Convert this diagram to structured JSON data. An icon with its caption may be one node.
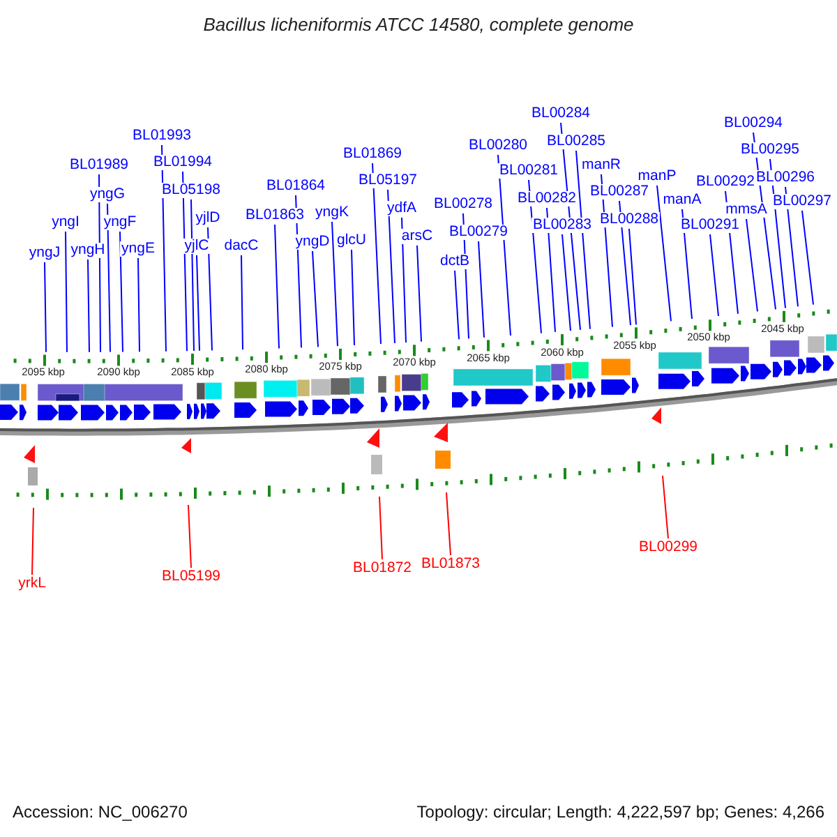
{
  "diagram": {
    "title": "Bacillus licheniformis ATCC 14580, complete genome",
    "nodes": [
      {
        "text": [
          "yngJ"
        ]
      },
      {
        "text": [
          "yngI"
        ]
      },
      {
        "text": [
          "yngH"
        ]
      },
      {
        "text": [
          "BL01989"
        ]
      },
      {
        "text": [
          "yngG"
        ]
      },
      {
        "text": [
          "yngF"
        ]
      },
      {
        "text": [
          "yngE"
        ]
      },
      {
        "text": [
          "BL01993"
        ]
      },
      {
        "text": [
          "BL01994"
        ]
      },
      {
        "text": [
          "BL05198"
        ]
      },
      {
        "text": [
          "yjlC"
        ]
      },
      {
        "text": [
          "yjlD"
        ]
      },
      {
        "text": [
          "dacC"
        ]
      },
      {
        "text": [
          "BL01863"
        ]
      },
      {
        "text": [
          "BL01864"
        ]
      },
      {
        "text": [
          "yngD"
        ]
      },
      {
        "text": [
          "yngK"
        ]
      },
      {
        "text": [
          "glcU"
        ]
      },
      {
        "text": [
          "BL01869"
        ]
      },
      {
        "text": [
          "BL05197"
        ]
      },
      {
        "text": [
          "ydfA"
        ]
      },
      {
        "text": [
          "arsC"
        ]
      },
      {
        "text": [
          "BL00278"
        ]
      },
      {
        "text": [
          "BL00279"
        ]
      },
      {
        "text": [
          "dctB"
        ]
      },
      {
        "text": [
          "BL00280"
        ]
      },
      {
        "text": [
          "BL00281"
        ]
      },
      {
        "text": [
          "BL00282"
        ]
      },
      {
        "text": [
          "BL00283"
        ]
      },
      {
        "text": [
          "BL00284"
        ]
      },
      {
        "text": [
          "BL00285"
        ]
      },
      {
        "text": [
          "manR"
        ]
      },
      {
        "text": [
          "BL00287"
        ]
      },
      {
        "text": [
          "BL00288"
        ]
      },
      {
        "text": [
          "manP"
        ]
      },
      {
        "text": [
          "manA"
        ]
      },
      {
        "text": [
          "BL00291"
        ]
      },
      {
        "text": [
          "BL00292"
        ]
      },
      {
        "text": [
          "mmsA"
        ]
      },
      {
        "text": [
          "BL00294"
        ]
      },
      {
        "text": [
          "BL00295"
        ]
      },
      {
        "text": [
          "BL00296"
        ]
      },
      {
        "text": [
          "BL00297"
        ]
      },
      {
        "text": [
          "yrkL"
        ]
      },
      {
        "text": [
          "BL05199"
        ]
      },
      {
        "text": [
          "BL01872"
        ]
      },
      {
        "text": [
          "BL01873"
        ]
      },
      {
        "text": [
          "BL00299"
        ]
      }
    ],
    "edges": [
      {
        "from": 0,
        "to": null,
        "arrow": "none"
      },
      {
        "from": 1,
        "to": null,
        "arrow": "none"
      },
      {
        "from": 2,
        "to": null,
        "arrow": "none"
      },
      {
        "from": 3,
        "to": null,
        "arrow": "none"
      },
      {
        "from": 4,
        "to": null,
        "arrow": "none"
      },
      {
        "from": 5,
        "to": null,
        "arrow": "none"
      },
      {
        "from": 6,
        "to": null,
        "arrow": "none"
      },
      {
        "from": 7,
        "to": null,
        "arrow": "none"
      },
      {
        "from": 8,
        "to": null,
        "arrow": "none"
      },
      {
        "from": 9,
        "to": null,
        "arrow": "none"
      },
      {
        "from": 10,
        "to": null,
        "arrow": "none"
      },
      {
        "from": 11,
        "to": null,
        "arrow": "none"
      },
      {
        "from": 12,
        "to": null,
        "arrow": "none"
      },
      {
        "from": 13,
        "to": null,
        "arrow": "none"
      },
      {
        "from": 14,
        "to": null,
        "arrow": "none"
      },
      {
        "from": 15,
        "to": null,
        "arrow": "none"
      },
      {
        "from": 16,
        "to": null,
        "arrow": "none"
      },
      {
        "from": 17,
        "to": null,
        "arrow": "none"
      },
      {
        "from": 18,
        "to": null,
        "arrow": "none"
      },
      {
        "from": 19,
        "to": null,
        "arrow": "none"
      },
      {
        "from": 20,
        "to": null,
        "arrow": "none"
      },
      {
        "from": 21,
        "to": null,
        "arrow": "none"
      },
      {
        "from": 22,
        "to": null,
        "arrow": "none"
      },
      {
        "from": 23,
        "to": null,
        "arrow": "none"
      },
      {
        "from": 24,
        "to": null,
        "arrow": "none"
      },
      {
        "from": 25,
        "to": null,
        "arrow": "none"
      },
      {
        "from": 26,
        "to": null,
        "arrow": "none"
      },
      {
        "from": 27,
        "to": null,
        "arrow": "none"
      },
      {
        "from": 28,
        "to": null,
        "arrow": "none"
      },
      {
        "from": 29,
        "to": null,
        "arrow": "none"
      },
      {
        "from": 30,
        "to": null,
        "arrow": "none"
      },
      {
        "from": 31,
        "to": null,
        "arrow": "none"
      },
      {
        "from": 32,
        "to": null,
        "arrow": "none"
      },
      {
        "from": 33,
        "to": null,
        "arrow": "none"
      },
      {
        "from": 34,
        "to": null,
        "arrow": "none"
      },
      {
        "from": 35,
        "to": null,
        "arrow": "none"
      },
      {
        "from": 36,
        "to": null,
        "arrow": "none"
      },
      {
        "from": 37,
        "to": null,
        "arrow": "none"
      },
      {
        "from": 38,
        "to": null,
        "arrow": "none"
      },
      {
        "from": 39,
        "to": null,
        "arrow": "none"
      },
      {
        "from": 40,
        "to": null,
        "arrow": "none"
      },
      {
        "from": 41,
        "to": null,
        "arrow": "none"
      },
      {
        "from": 42,
        "to": null,
        "arrow": "none"
      },
      {
        "from": 43,
        "to": null,
        "arrow": "none",
        "color": "#ff0000"
      },
      {
        "from": 44,
        "to": null,
        "arrow": "none",
        "color": "#ff0000"
      },
      {
        "from": 45,
        "to": null,
        "arrow": "none",
        "color": "#ff0000"
      },
      {
        "from": 46,
        "to": null,
        "arrow": "none",
        "color": "#ff0000"
      },
      {
        "from": 47,
        "to": null,
        "arrow": "none",
        "color": "#ff0000"
      }
    ],
    "labels": [
      "2095 kbp",
      "2090 kbp",
      "2085 kbp",
      "2080 kbp",
      "2075 kbp",
      "2070 kbp",
      "2065 kbp",
      "2060 kbp",
      "2055 kbp",
      "2050 kbp",
      "2045 kbp",
      "Accession: NC_006270",
      "Topology: circular; Length: 4,222,597 bp; Genes: 4,266"
    ]
  }
}
